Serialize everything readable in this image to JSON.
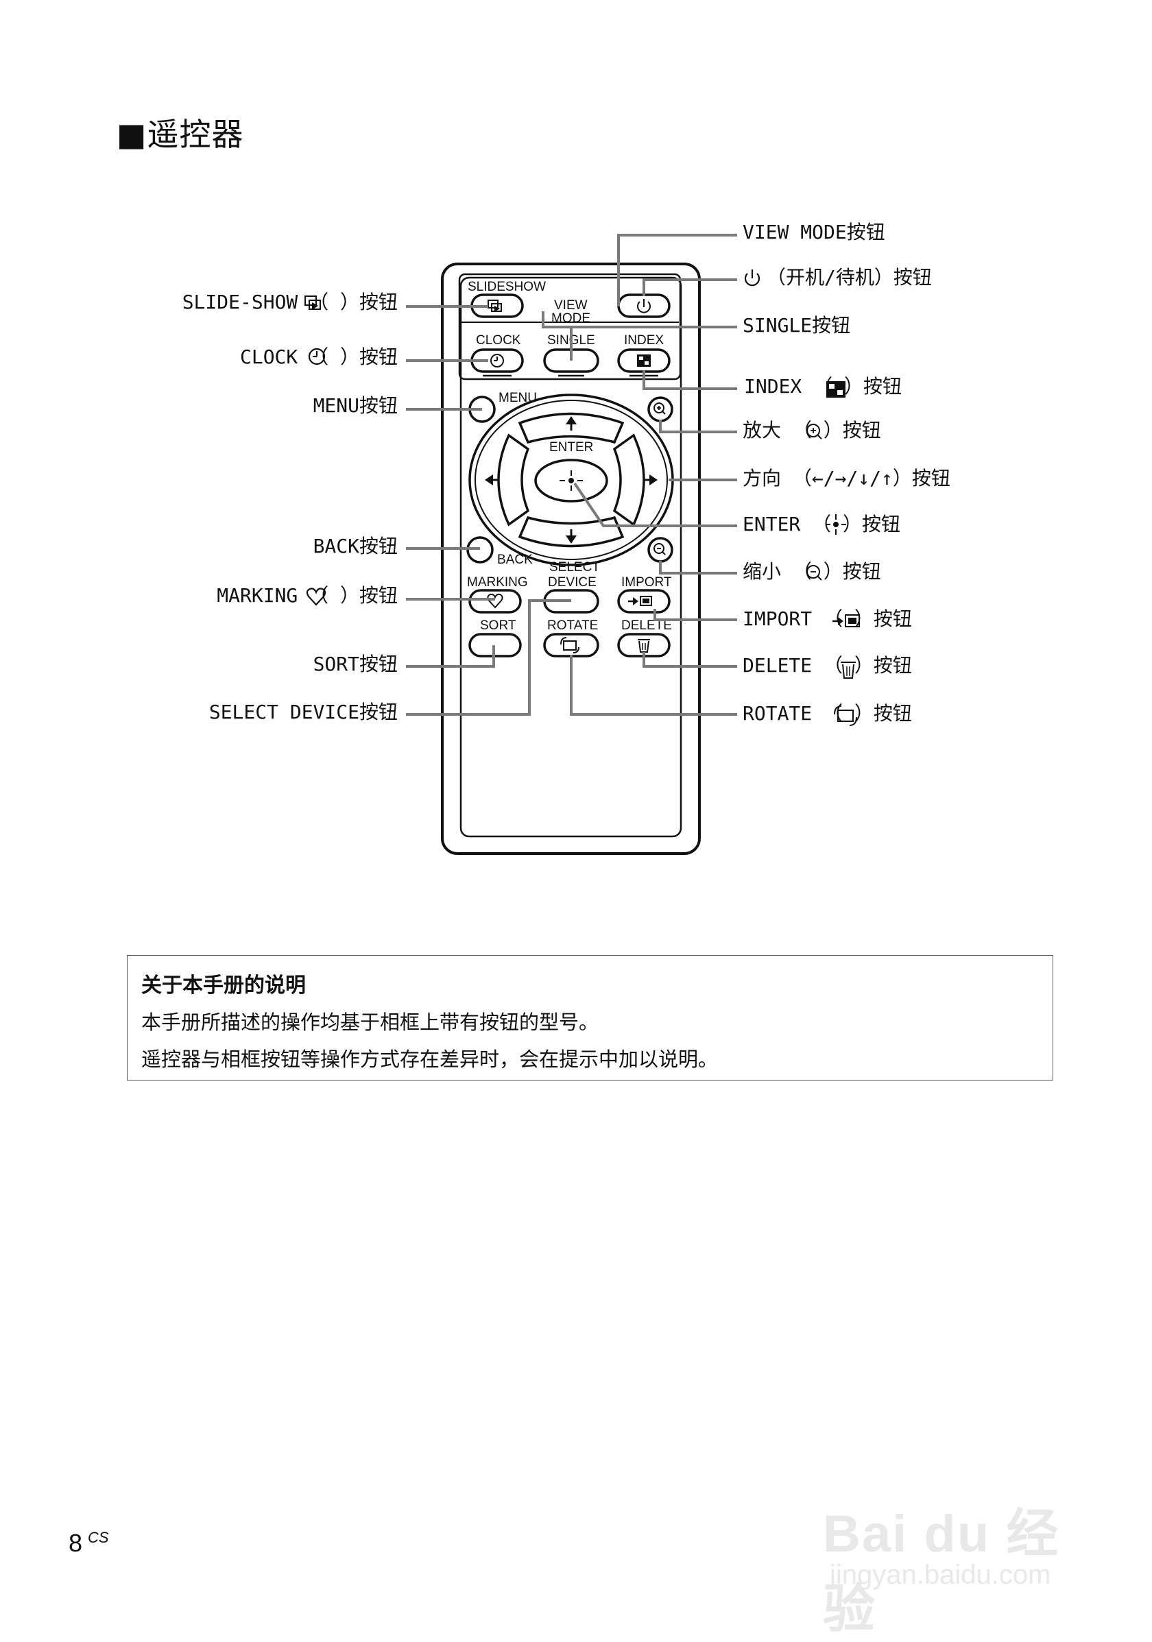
{
  "heading": "■遥控器",
  "remote_keys": {
    "slideshow": "SLIDESHOW",
    "view": "VIEW",
    "mode": "MODE",
    "clock": "CLOCK",
    "single": "SINGLE",
    "index": "INDEX",
    "menu": "MENU",
    "enter": "ENTER",
    "back": "BACK",
    "marking": "MARKING",
    "select": "SELECT",
    "device": "DEVICE",
    "import": "IMPORT",
    "sort": "SORT",
    "rotate": "ROTATE",
    "delete": "DELETE"
  },
  "left_labels": {
    "slideshow": "SLIDE-SHOW （  ）按钮",
    "clock": "CLOCK （  ）按钮",
    "menu": "MENU按钮",
    "back": "BACK按钮",
    "marking": "MARKING （  ）按钮",
    "sort": "SORT按钮",
    "select_device": "SELECT DEVICE按钮"
  },
  "right_labels": {
    "view_mode": "VIEW MODE按钮",
    "power": "（开机/待机）按钮",
    "single": "SINGLE按钮",
    "index": "INDEX （  ）按钮",
    "zoom_in": "放大 （  ）按钮",
    "direction": "方向 （←/→/↓/↑）按钮",
    "enter": "ENTER （  ）按钮",
    "zoom_out": "缩小 （  ）按钮",
    "import": "IMPORT （  ）按钮",
    "delete": "DELETE （  ）按钮",
    "rotate": "ROTATE （  ）按钮"
  },
  "note": {
    "title": "关于本手册的说明",
    "lines": [
      "本手册所描述的操作均基于相框上带有按钮的型号。",
      "遥控器与相框按钮等操作方式存在差异时，会在提示中加以说明。"
    ]
  },
  "page_number": "8",
  "page_code": "CS",
  "watermark": {
    "main": "Bai du 经验",
    "sub": "jingyan.baidu.com"
  },
  "colors": {
    "ink": "#111111",
    "leader_gray": "#7a7a7a"
  }
}
